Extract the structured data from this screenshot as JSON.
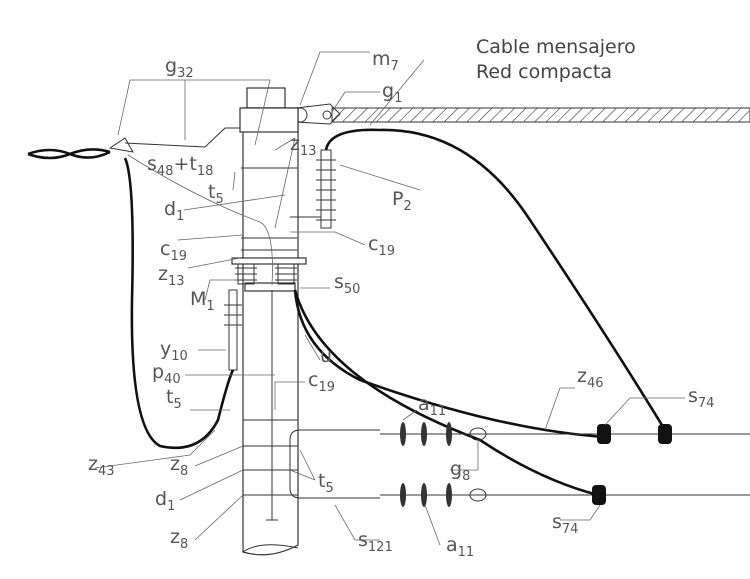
{
  "title": {
    "line1": "Cable mensajero",
    "line2": "Red compacta"
  },
  "labels": {
    "m7": {
      "base": "m",
      "sub": "7"
    },
    "g1": {
      "base": "g",
      "sub": "1"
    },
    "g32": {
      "base": "g",
      "sub": "32"
    },
    "z13_top": {
      "base": "z",
      "sub": "13"
    },
    "s48_t18": {
      "base": "s",
      "sub": "48",
      "base2": "+t",
      "sub2": "18"
    },
    "t5_top": {
      "base": "t",
      "sub": "5"
    },
    "d1_top": {
      "base": "d",
      "sub": "1"
    },
    "P2": {
      "base": "P",
      "sub": "2"
    },
    "c19_left": {
      "base": "c",
      "sub": "19"
    },
    "c19_right": {
      "base": "c",
      "sub": "19"
    },
    "z13_left": {
      "base": "z",
      "sub": "13"
    },
    "M1": {
      "base": "M",
      "sub": "1"
    },
    "s50": {
      "base": "s",
      "sub": "50"
    },
    "y10": {
      "base": "y",
      "sub": "10"
    },
    "u": {
      "base": "u",
      "sub": ""
    },
    "p40": {
      "base": "p",
      "sub": "40"
    },
    "c19_low": {
      "base": "c",
      "sub": "19"
    },
    "t5_mid": {
      "base": "t",
      "sub": "5"
    },
    "z46": {
      "base": "z",
      "sub": "46"
    },
    "s74_top": {
      "base": "s",
      "sub": "74"
    },
    "a11_top": {
      "base": "a",
      "sub": "11"
    },
    "z43": {
      "base": "z",
      "sub": "43"
    },
    "z8_top": {
      "base": "z",
      "sub": "8"
    },
    "g8": {
      "base": "g",
      "sub": "8"
    },
    "t5_low": {
      "base": "t",
      "sub": "5"
    },
    "d1_low": {
      "base": "d",
      "sub": "1"
    },
    "z8_low": {
      "base": "z",
      "sub": "8"
    },
    "s121": {
      "base": "s",
      "sub": "121"
    },
    "a11_low": {
      "base": "a",
      "sub": "11"
    },
    "s74_low": {
      "base": "s",
      "sub": "74"
    }
  },
  "colors": {
    "line": "#333333",
    "cable": "#111111",
    "text": "#555555"
  }
}
